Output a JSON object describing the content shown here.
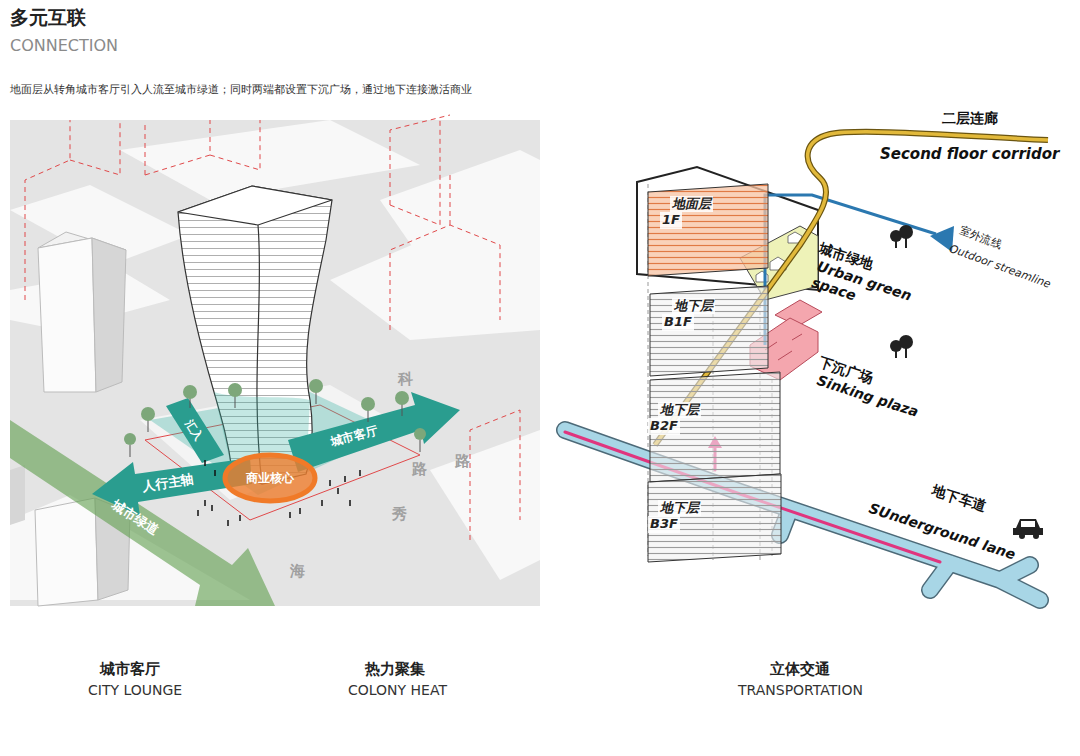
{
  "diagram": {
    "title": "多元互联",
    "caption": "地面层从转角城市客厅引入人流至城市绿道；同时两端都设置下沉广场，通过地下连接激活商业",
    "nodes": [
      {
        "text": [
          "商业核心"
        ]
      },
      {
        "text": [
          "地面层",
          "1F"
        ]
      },
      {
        "text": [
          "地下层",
          "B1F"
        ]
      },
      {
        "text": [
          "地下层",
          "B2F"
        ]
      },
      {
        "text": [
          "地下层",
          "B3F"
        ]
      }
    ],
    "labels": [
      "CONNECTION",
      "人行主轴",
      "城市绿道",
      "汇入",
      "城市客厅",
      "科",
      "路",
      "路",
      "秀",
      "海",
      "二层连廊",
      "Second floor corridor",
      "室外流线",
      "Outdoor streamline",
      "城市绿地",
      "Urban green space",
      "下沉广场",
      "Sinking plaza",
      "地下车道",
      "SUnderground lane",
      "城市客厅",
      "CITY LOUNGE",
      "热力聚集",
      "COLONY HEAT",
      "立体交通",
      "TRANSPORTATION"
    ]
  }
}
